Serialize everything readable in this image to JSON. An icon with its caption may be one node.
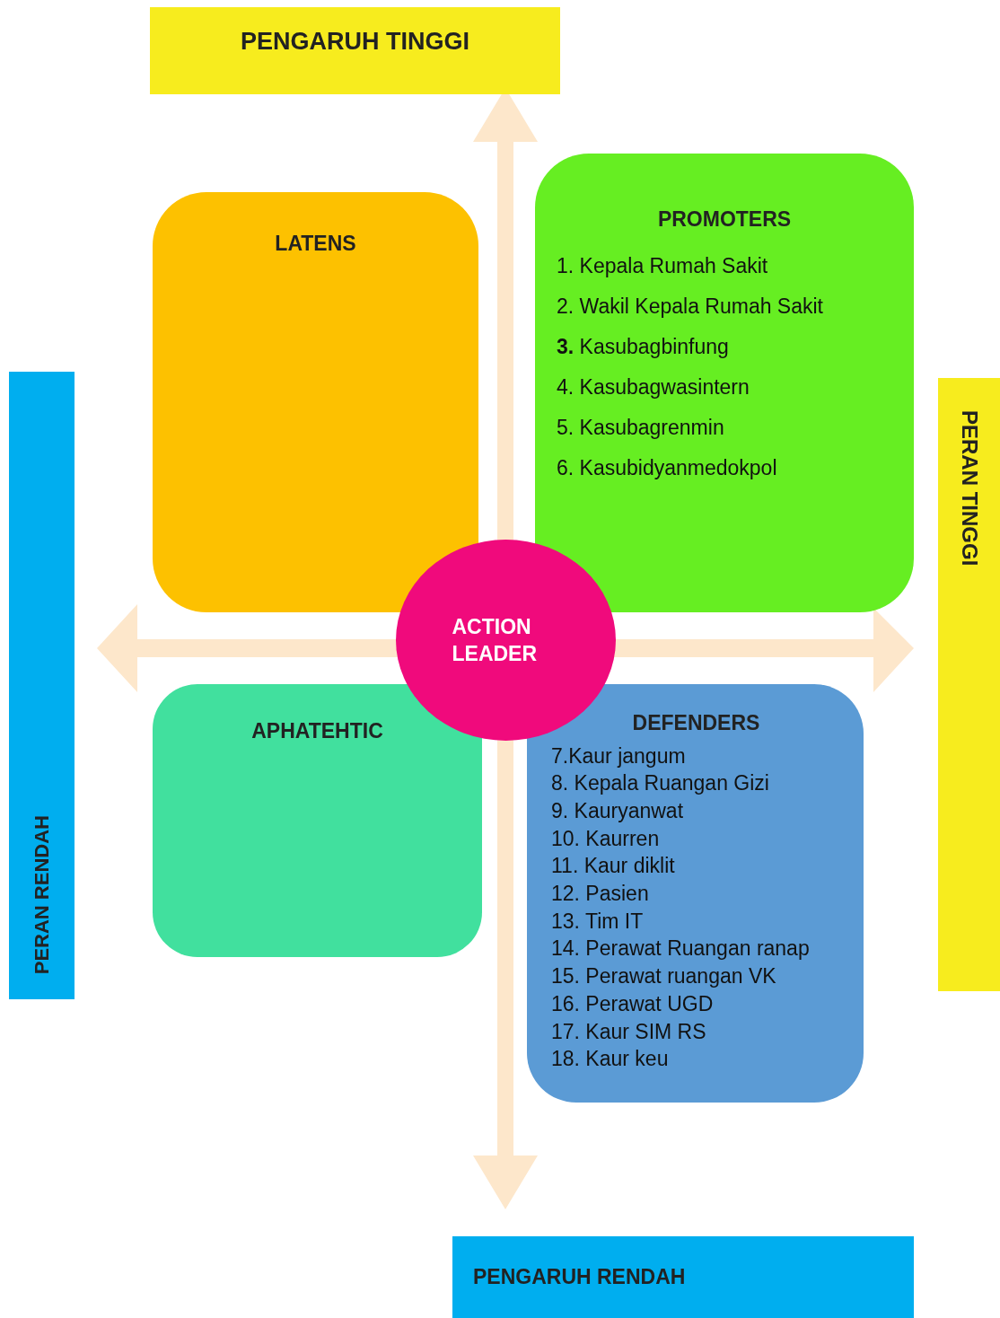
{
  "diagram": {
    "nodes": [
      {
        "text": [
          "PENGARUH TINGGI"
        ]
      },
      {
        "text": [
          "LATENS"
        ]
      },
      {
        "text": [
          "PROMOTERS",
          "1. Kepala Rumah Sakit",
          "2. Wakil Kepala Rumah Sakit",
          "**3.** Kasubagbinfung",
          "4. Kasubagwasintern",
          "5. Kasubagrenmin",
          "6. Kasubidyanmedokpol"
        ]
      },
      {
        "text": [
          "PERAN RENDAH"
        ]
      },
      {
        "text": [
          "PERAN TINGGI"
        ]
      },
      {
        "text": [
          "ACTION LEADER"
        ]
      },
      {
        "text": [
          "APHATEHTIC"
        ]
      },
      {
        "text": [
          "DEFENDERS",
          "7.Kaur jangum",
          "8. Kepala Ruangan Gizi",
          "9. Kauryanwat",
          "10. Kaurren",
          "11. Kaur diklit",
          "12. Pasien",
          "13. Tim IT",
          "14. Perawat Ruangan ranap",
          "15. Perawat ruangan VK",
          "16. Perawat UGD",
          "17. Kaur SIM RS",
          "18. Kaur keu"
        ]
      },
      {
        "text": [
          "PENGARUH RENDAH"
        ]
      }
    ]
  }
}
